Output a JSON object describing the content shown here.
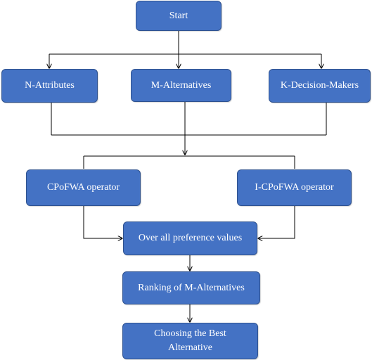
{
  "nodes": {
    "start": "Start",
    "n_attributes": "N-Attributes",
    "m_alternatives": "M-Alternatives",
    "k_decision_makers": "K-Decision-Makers",
    "cpofwa": "CPoFWA operator",
    "i_cpofwa": "I-CPoFWA operator",
    "overall": "Over all preference values",
    "ranking": "Ranking of M-Alternatives",
    "choosing": "Choosing the Best Alternative"
  },
  "colors": {
    "box_fill": "#4472c4",
    "box_border": "#2f528f",
    "text": "#ffffff",
    "line": "#000000"
  }
}
